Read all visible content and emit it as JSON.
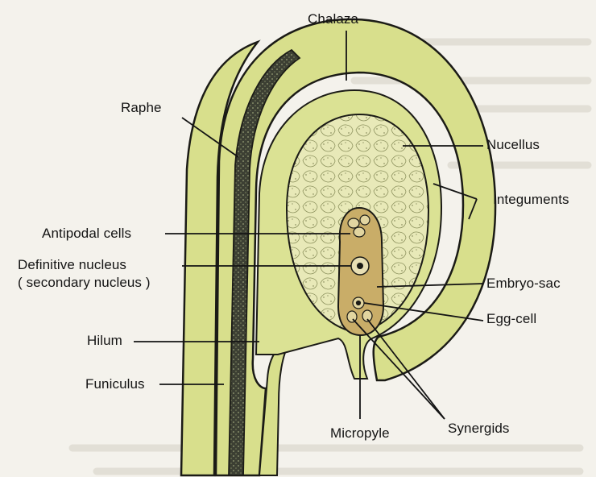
{
  "labels": {
    "chalaza": "Chalaza",
    "raphe": "Raphe",
    "nucellus": "Nucellus",
    "integuments": "Integuments",
    "antipodal_cells": "Antipodal cells",
    "definitive_nucleus": "Definitive nucleus",
    "secondary_nucleus": "( secondary nucleus )",
    "embryo_sac": "Embryo-sac",
    "egg_cell": "Egg-cell",
    "hilum": "Hilum",
    "funiculus": "Funiculus",
    "micropyle": "Micropyle",
    "synergids": "Synergids"
  },
  "colors": {
    "background": "#f4f2ec",
    "integument_fill": "#d8df8c",
    "nucellus_fill": "#e8e9b8",
    "embryo_sac_fill": "#c9ad68",
    "raphe_fill": "#3c3f33",
    "outline": "#1b1b16"
  }
}
